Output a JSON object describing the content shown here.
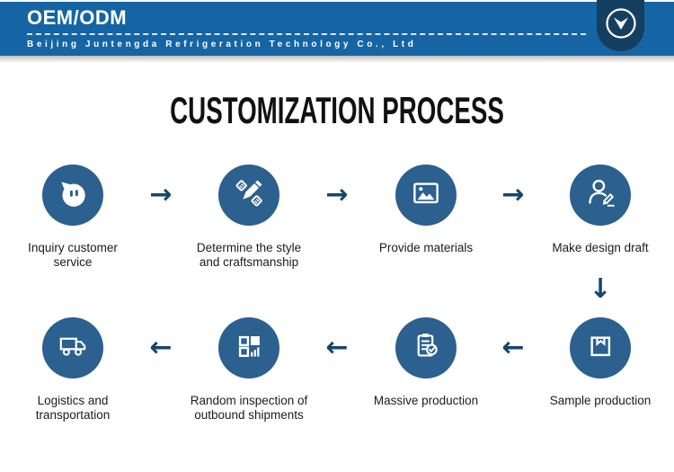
{
  "header": {
    "title": "OEM/ODM",
    "company": "Beijing Juntengda Refrigeration Technology Co., Ltd"
  },
  "main": {
    "title": "CUSTOMIZATION PROCESS",
    "rows": [
      {
        "direction": "right",
        "steps": [
          {
            "label": "Inquiry customer service",
            "icon": "chat-bubble-icon"
          },
          {
            "label": "Determine the style and craftsmanship",
            "icon": "design-tools-icon"
          },
          {
            "label": "Provide materials",
            "icon": "photo-icon"
          },
          {
            "label": "Make design draft",
            "icon": "designer-icon"
          }
        ]
      },
      {
        "direction": "left",
        "steps": [
          {
            "label": "Logistics and transportation",
            "icon": "truck-icon"
          },
          {
            "label": "Random inspection of outbound shipments",
            "icon": "inspection-grid-icon"
          },
          {
            "label": "Massive production",
            "icon": "clipboard-check-icon"
          },
          {
            "label": "Sample production",
            "icon": "package-box-icon"
          }
        ]
      }
    ]
  },
  "glyphs": {
    "arrow_right": "→",
    "arrow_left": "←",
    "arrow_down": "↓"
  },
  "colors": {
    "header_blue": "#1565a4",
    "tab_navy": "#153f60",
    "circle_blue": "#2b608f",
    "arrow_navy": "#14466f"
  }
}
